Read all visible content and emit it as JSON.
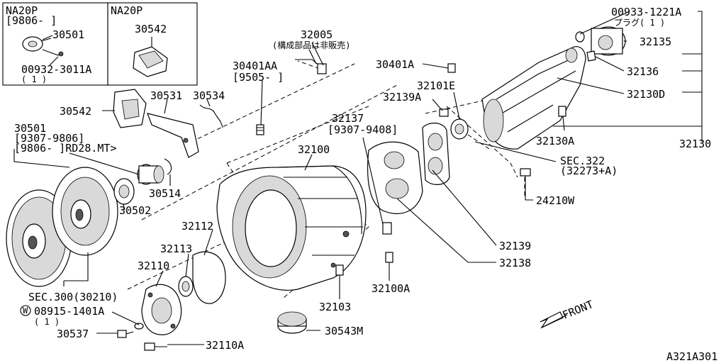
{
  "inset_left": {
    "title": "NA20P",
    "subtitle": "[9806-     ]",
    "part_a": "30501",
    "part_b": "00932-3011A",
    "part_b_qty": "( 1 )"
  },
  "inset_right": {
    "title": "NA20P",
    "part": "30542"
  },
  "labels": {
    "p32005": "32005",
    "p32005_note": "(構成部品は非販売)",
    "p30401AA": "30401AA",
    "p30401AA_date": "[9505-      ]",
    "p30531": "30531",
    "p30534": "30534",
    "p30542": "30542",
    "p30501": "30501",
    "p30501_d1": "[9307-9806]",
    "p30501_d2": "[9806-      ]RD28.MT>",
    "p32137": "32137",
    "p32137_date": "[9307-9408]",
    "p32100": "32100",
    "p30514": "30514",
    "p30502": "30502",
    "p32112": "32112",
    "p32113": "32113",
    "p32110": "32110",
    "sec300": "SEC.300(30210)",
    "p08915_prefix": "W",
    "p08915": "08915-1401A",
    "p08915_qty": "( 1 )",
    "p30537": "30537",
    "p32110A": "32110A",
    "p32103": "32103",
    "p30543M": "30543M",
    "p32100A": "32100A",
    "p30401A": "30401A",
    "p32101E": "32101E",
    "p32139A": "32139A",
    "p00933": "00933-1221A",
    "p00933_qty": "プラグ( 1 )",
    "p32135": "32135",
    "p32136": "32136",
    "p32130D": "32130D",
    "p32130A": "32130A",
    "p32130": "32130",
    "sec322": "SEC.322",
    "sec322_sub": "(32273+A)",
    "p24210W": "24210W",
    "p32139": "32139",
    "p32138": "32138",
    "front": "FRONT",
    "figure_code": "A321A301"
  }
}
